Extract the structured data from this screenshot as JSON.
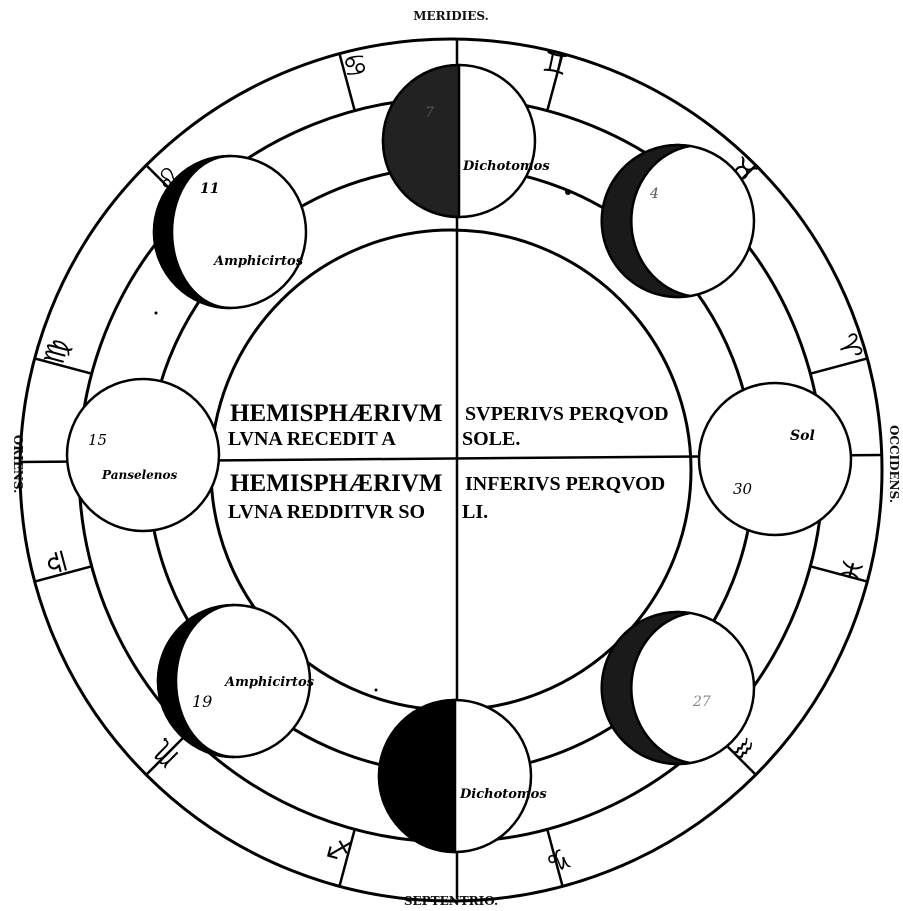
{
  "directions": {
    "top": "MERIDIES.",
    "bottom": "SEPTENTRIO.",
    "left": "ORIENS.",
    "right": "OCCIDENS."
  },
  "center_text": {
    "upper_left_1": "HEMISPHÆRIVM",
    "upper_right_1": "SVPERIVS PERQVOD",
    "upper_left_2": "LVNA RECEDIT A",
    "upper_right_2": "SOLE.",
    "lower_left_1": "HEMISPHÆRIVM",
    "lower_right_1": "INFERIVS PERQVOD",
    "lower_left_2": "LVNA REDDITVR SO",
    "lower_right_2": "LI."
  },
  "zodiac_signs": {
    "cancer": "♋",
    "gemini": "♊",
    "taurus": "♉",
    "aries": "♈",
    "pisces": "♓",
    "aquarius": "♒",
    "capricorn": "♑",
    "sagittarius": "♐",
    "scorpio": "♏",
    "libra": "♎",
    "virgo": "♍",
    "leo": "♌"
  },
  "moon_phases": {
    "top": {
      "number": "7",
      "label": "Dichotomos"
    },
    "top_right": {
      "number": "4",
      "label": ""
    },
    "right": {
      "number": "30",
      "label": "Sol"
    },
    "bottom_right": {
      "number": "27",
      "label": ""
    },
    "bottom": {
      "number": "",
      "label": "Dichotomos"
    },
    "bottom_left": {
      "number": "19",
      "label": "Amphicirtos"
    },
    "left": {
      "number": "15",
      "label": "Panselenos"
    },
    "top_left": {
      "number": "11",
      "label": "Amphicirtos"
    }
  }
}
